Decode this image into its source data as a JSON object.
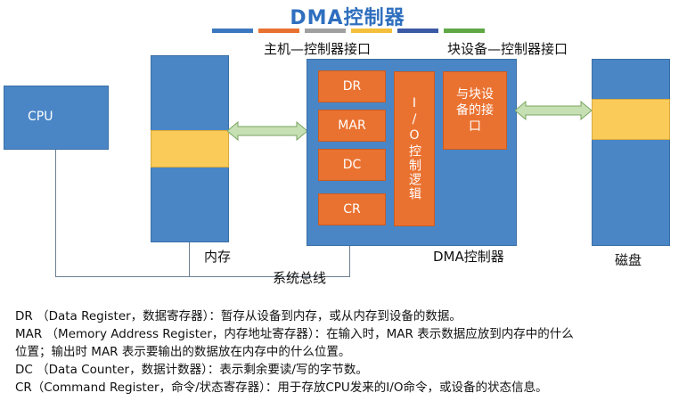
{
  "title": "DMA控制器",
  "strip_colors": [
    "#3b78c0",
    "#e8722f",
    "#a0a0a0",
    "#f4c03b",
    "#3b5aa5",
    "#5fa845"
  ],
  "labels": {
    "host_interface": "主机—控制器接口",
    "device_interface": "块设备—控制器接口",
    "cpu": "CPU",
    "memory": "内存",
    "system_bus": "系统总线",
    "dma_controller": "DMA控制器",
    "disk": "磁盘"
  },
  "registers": [
    "DR",
    "MAR",
    "DC",
    "CR"
  ],
  "io_logic": "I/O控制逻辑",
  "device_interface_box": "与块设备的接口",
  "descriptions": [
    "DR （Data Register，数据寄存器）：暂存从设备到内存，或从内存到设备的数据。",
    "MAR （Memory Address Register，内存地址寄存器）：在输入时，MAR 表示数据应放到内存中的什么",
    "位置；输出时 MAR 表示要输出的数据放在内存中的什么位置。",
    "DC （Data Counter，数据计数器）：表示剩余要读/写的字节数。",
    "CR（Command Register，命令/状态寄存器）：用于存放CPU发来的I/O命令，或设备的状态信息。"
  ]
}
